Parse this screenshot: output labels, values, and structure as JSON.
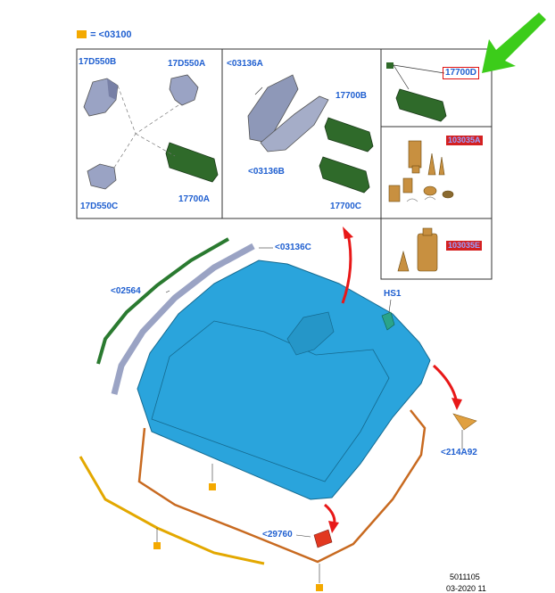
{
  "legend": {
    "symbol_color": "#f4a900",
    "text": "= <03100"
  },
  "labels": {
    "p17d550b": "17D550B",
    "p17d550a": "17D550A",
    "p17d550c": "17D550C",
    "p17700a": "17700A",
    "p03136a": "<03136A",
    "p17700b": "17700B",
    "p03136b": "<03136B",
    "p17700c": "17700C",
    "p17700d": "17700D",
    "p03136c": "<03136C",
    "p02564": "<02564",
    "hs1": "HS1",
    "p214a92": "<214A92",
    "p29760": "<29760",
    "redlabel1": "103035A",
    "redlabel2": "103035E"
  },
  "footer": {
    "code": "5011105",
    "date": "03-2020 11"
  },
  "colors": {
    "glass": "#2aa4dc",
    "mirror": "#2f6a2a",
    "bracket": "#8e98b8",
    "seal": "#e3a800",
    "moulding": "#c86a20",
    "callout": "#1f5fd0",
    "arrow": "#e81818",
    "pointer": "#3ccc1a"
  }
}
